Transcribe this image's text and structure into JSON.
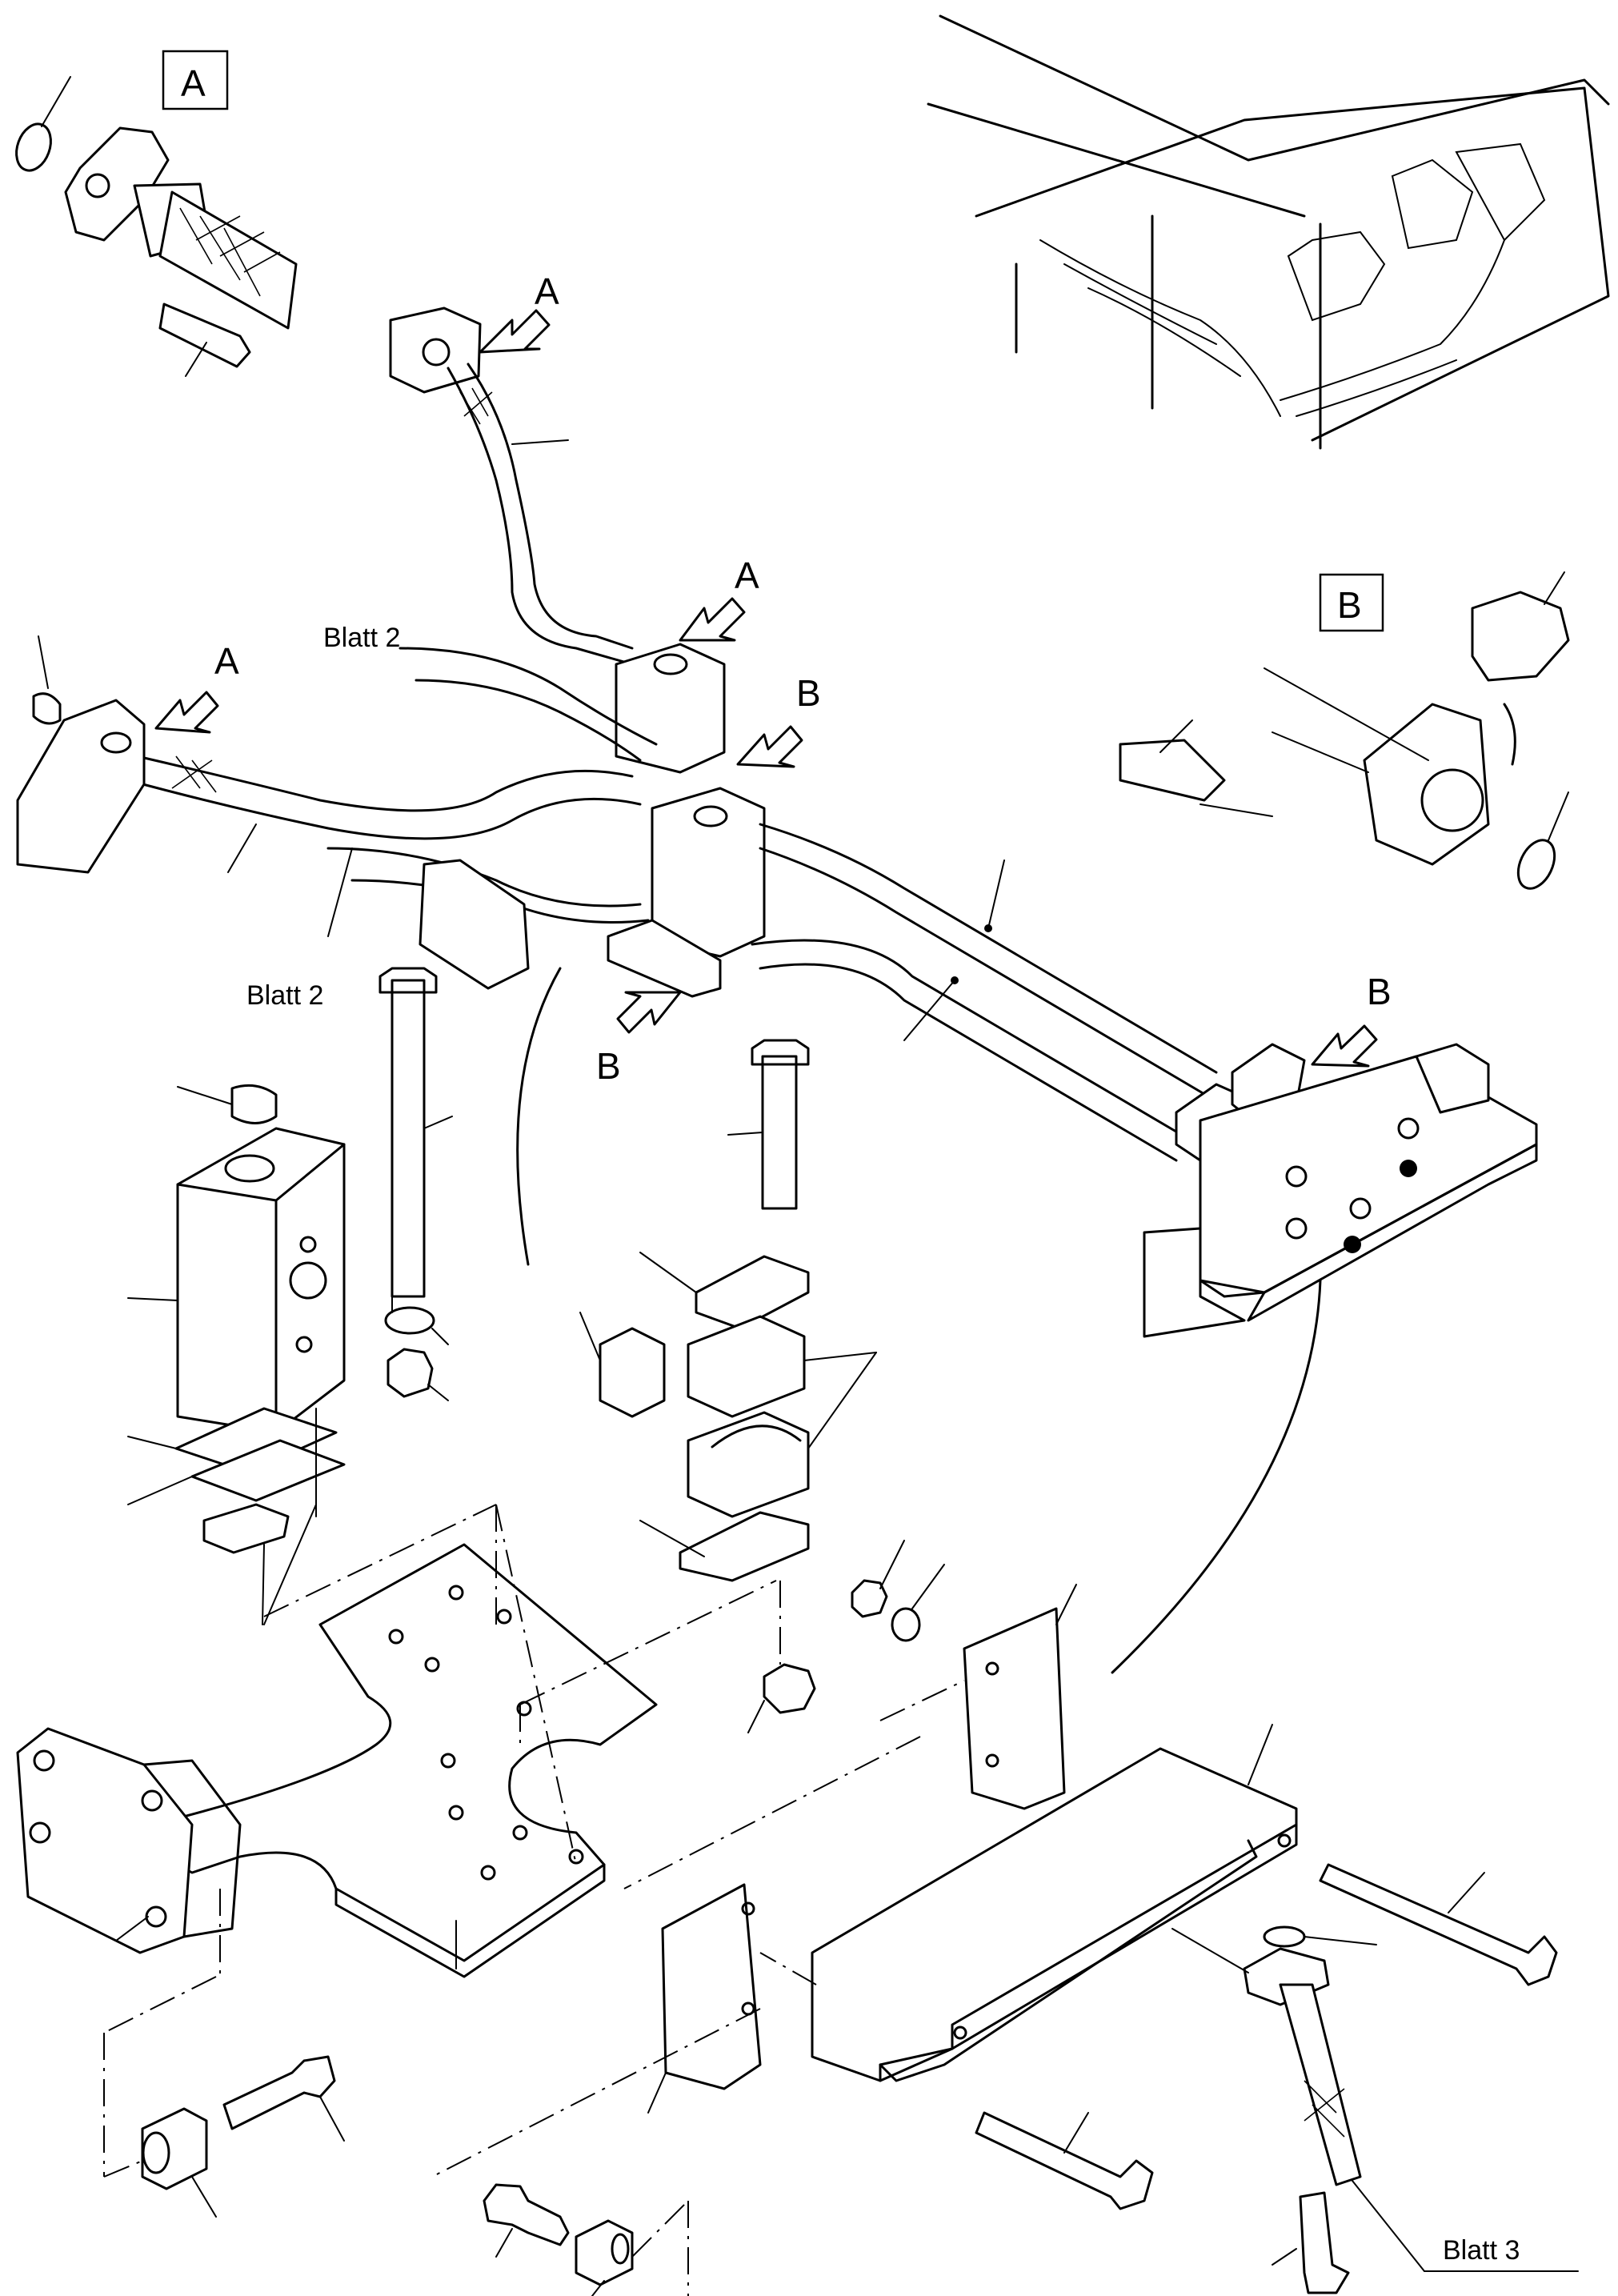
{
  "labels": {
    "detail_a_box": "A",
    "detail_b_box": "B",
    "view_a_upper": "A",
    "view_a_mid": "A",
    "view_a_left": "A",
    "view_b_mid": "B",
    "view_b_low": "B",
    "view_b_right": "B",
    "blatt2_upper": "Blatt 2",
    "blatt2_lower": "Blatt 2",
    "blatt3": "Blatt 3"
  }
}
